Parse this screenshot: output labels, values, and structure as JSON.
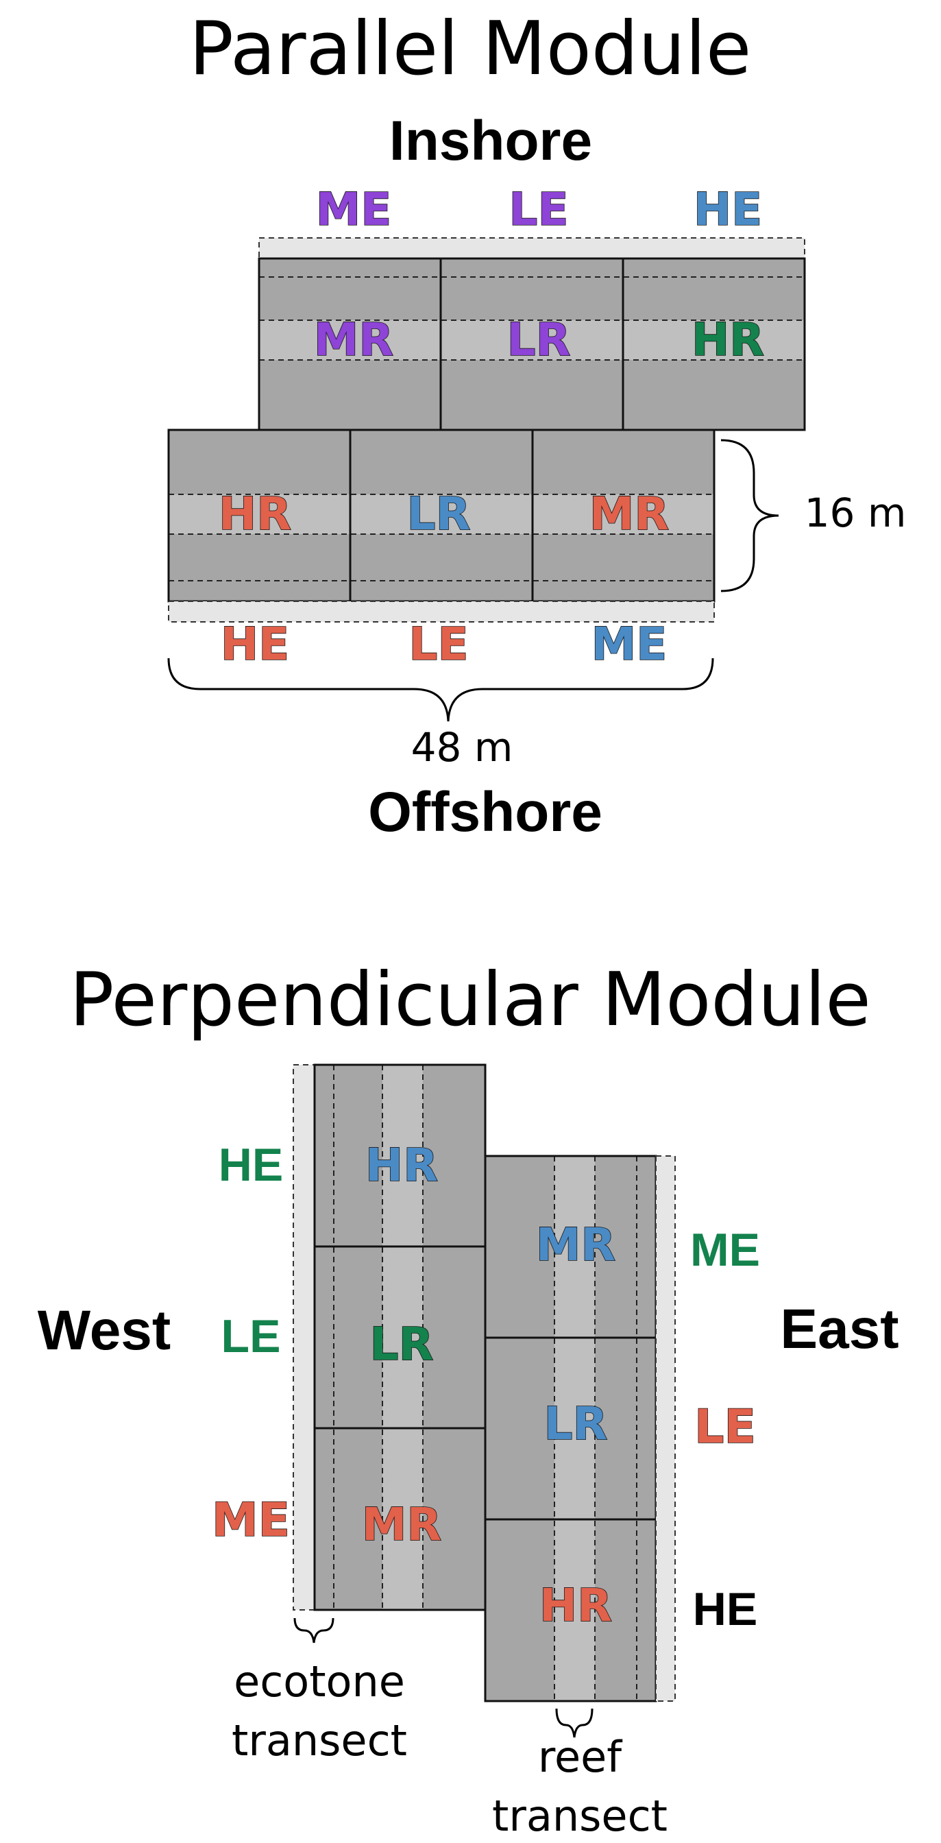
{
  "colors": {
    "purple": "#8E44D6",
    "blue": "#4A8BC6",
    "red": "#E2614B",
    "green": "#13824C",
    "black": "#000000",
    "plot_dark": "#A6A6A6",
    "plot_light": "#BFBFBF",
    "ecotone_strip": "#E6E6E6"
  },
  "parallel": {
    "title": "Parallel Module",
    "inshore_label": "Inshore",
    "offshore_label": "Offshore",
    "width_label": "48 m",
    "height_label": "16 m",
    "top_row": {
      "ecotone": [
        {
          "text": "ME",
          "color": "purple"
        },
        {
          "text": "LE",
          "color": "purple"
        },
        {
          "text": "HE",
          "color": "blue"
        }
      ],
      "reef": [
        {
          "text": "MR",
          "color": "purple"
        },
        {
          "text": "LR",
          "color": "purple"
        },
        {
          "text": "HR",
          "color": "green"
        }
      ]
    },
    "bottom_row": {
      "reef": [
        {
          "text": "HR",
          "color": "red"
        },
        {
          "text": "LR",
          "color": "blue"
        },
        {
          "text": "MR",
          "color": "red"
        }
      ],
      "ecotone": [
        {
          "text": "HE",
          "color": "red"
        },
        {
          "text": "LE",
          "color": "red"
        },
        {
          "text": "ME",
          "color": "blue"
        }
      ]
    }
  },
  "perpendicular": {
    "title": "Perpendicular Module",
    "west_label": "West",
    "east_label": "East",
    "ecotone_transect_label": [
      "ecotone",
      "transect"
    ],
    "reef_transect_label": [
      "reef",
      "transect"
    ],
    "left_column": {
      "ecotone": [
        {
          "text": "HE",
          "color": "green",
          "style": "solid"
        },
        {
          "text": "LE",
          "color": "green",
          "style": "solid"
        },
        {
          "text": "ME",
          "color": "red",
          "style": "outline"
        }
      ],
      "reef": [
        {
          "text": "HR",
          "color": "blue"
        },
        {
          "text": "LR",
          "color": "green"
        },
        {
          "text": "MR",
          "color": "red"
        }
      ]
    },
    "right_column": {
      "reef": [
        {
          "text": "MR",
          "color": "blue"
        },
        {
          "text": "LR",
          "color": "blue"
        },
        {
          "text": "HR",
          "color": "red"
        }
      ],
      "ecotone": [
        {
          "text": "ME",
          "color": "green",
          "style": "solid"
        },
        {
          "text": "LE",
          "color": "red",
          "style": "outline"
        },
        {
          "text": "HE",
          "color": "black",
          "style": "solid"
        }
      ]
    }
  }
}
